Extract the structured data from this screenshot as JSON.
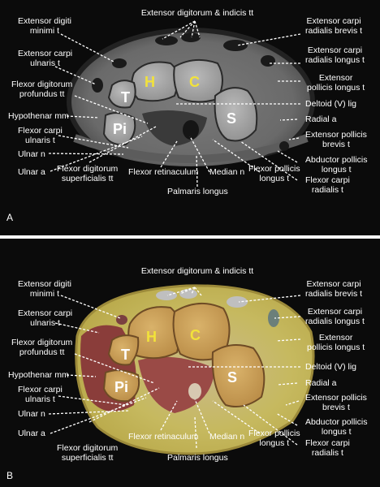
{
  "panels": [
    {
      "letter": "A",
      "bones": {
        "H": "H",
        "C": "C",
        "T": "T",
        "Pi": "Pi",
        "S": "S"
      },
      "labels": {
        "extensor_digitorum": "Extensor digitorum & indicis tt",
        "extensor_digiti_minimi": "Extensor digiti\nminimi t",
        "extensor_carpi_radialis_brevis": "Extensor carpi\nradialis brevis t",
        "extensor_carpi_ulnaris": "Extensor carpi\nulnaris t",
        "extensor_carpi_radialis_longus": "Extensor carpi\nradialis longus t",
        "flexor_digitorum_profundus": "Flexor digitorum\nprofundus tt",
        "extensor_pollicis_longus": "Extensor\npollicis longus t",
        "hypothenar_mm": "Hypothenar mm",
        "deltoid_lig": "Deltoid (V) lig",
        "flexor_carpi_ulnaris": "Flexor carpi\nulnaris t",
        "radial_a": "Radial a",
        "extensor_pollicis_brevis": "Extensor pollicis\nbrevis t",
        "ulnar_n": "Ulnar n",
        "abductor_pollicis_longus": "Abductor pollicis\nlongus t",
        "ulnar_a": "Ulnar a",
        "flexor_carpi_radialis": "Flexor carpi\nradialis t",
        "flexor_digitorum_superficialis": "Flexor digitorum\nsuperficialis tt",
        "flexor_retinaculum": "Flexor retinaculum",
        "median_n": "Median n",
        "flexor_pollicis_longus": "Flexor pollicis\nlongus t",
        "palmaris_longus": "Palmaris longus"
      }
    },
    {
      "letter": "B",
      "bones": {
        "H": "H",
        "C": "C",
        "T": "T",
        "Pi": "Pi",
        "S": "S"
      },
      "labels": {
        "extensor_digitorum": "Extensor digitorum & indicis tt",
        "extensor_digiti_minimi": "Extensor digiti\nminimi t",
        "extensor_carpi_radialis_brevis": "Extensor carpi\nradialis brevis t",
        "extensor_carpi_ulnaris": "Extensor carpi\nulnaris t",
        "extensor_carpi_radialis_longus": "Extensor carpi\nradialis longus t",
        "flexor_digitorum_profundus": "Flexor digitorum\nprofundus tt",
        "extensor_pollicis_longus": "Extensor\npollicis longus t",
        "hypothenar_mm": "Hypothenar mm",
        "deltoid_lig": "Deltoid (V) lig",
        "flexor_carpi_ulnaris": "Flexor carpi\nulnaris t",
        "radial_a": "Radial a",
        "extensor_pollicis_brevis": "Extensor pollicis\nbrevis t",
        "ulnar_n": "Ulnar n",
        "abductor_pollicis_longus": "Abductor pollicis\nlongus t",
        "ulnar_a": "Ulnar a",
        "flexor_carpi_radialis": "Flexor carpi\nradialis t",
        "flexor_digitorum_superficialis": "Flexor digitorum\nsuperficialis tt",
        "flexor_retinaculum": "Flexor retinaculum",
        "median_n": "Median n",
        "flexor_pollicis_longus": "Flexor pollicis\nlongus t",
        "palmaris_longus": "Palmaris longus"
      }
    }
  ],
  "colors": {
    "background": "#0b0b0b",
    "label_text": "#ffffff",
    "bone_letters_main": "#f2e23a",
    "bone_letters_minor": "#ffffff"
  }
}
